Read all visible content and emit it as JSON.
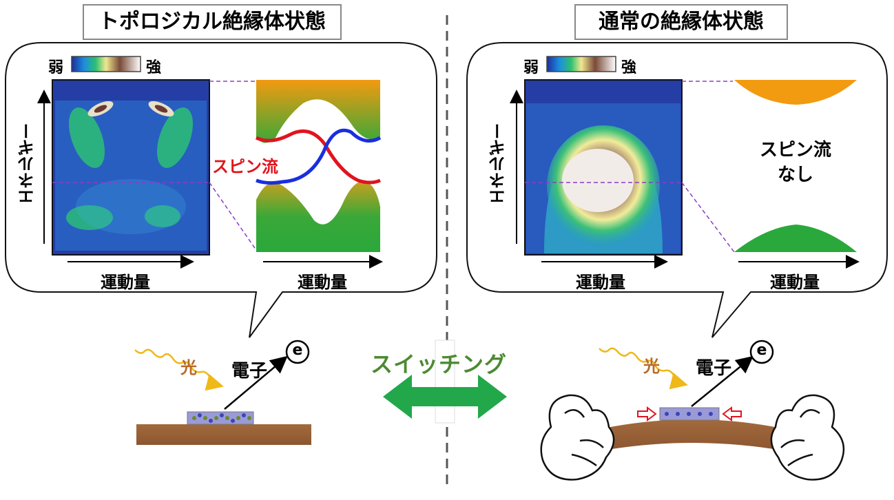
{
  "left_panel": {
    "title": "トポロジカル絶縁体状態",
    "legend_weak": "弱",
    "legend_strong": "強",
    "y_axis": "エネルギー",
    "x_axis_map": "運動量",
    "x_axis_band": "運動量",
    "band_annotation": "スピン流"
  },
  "right_panel": {
    "title": "通常の絶縁体状態",
    "legend_weak": "弱",
    "legend_strong": "強",
    "y_axis": "エネルギー",
    "x_axis_map": "運動量",
    "x_axis_band": "運動量",
    "band_annotation_line1": "スピン流",
    "band_annotation_line2": "なし"
  },
  "bottom": {
    "left_light": "光",
    "left_electron": "電子",
    "left_electron_symbol": "e",
    "switching": "スイッチング",
    "right_light": "光",
    "right_electron": "電子",
    "right_electron_symbol": "e"
  },
  "colors": {
    "spin_up": "#e0141e",
    "spin_down": "#1a2ee0",
    "conduction_band": "#f29a10",
    "valence_band": "#2aa83c",
    "substrate": "#9a6238",
    "switch_arrow": "#22a84a",
    "switch_text": "#4c8a32",
    "light_wave": "#f0b818",
    "divider": "#555555"
  },
  "icons": [
    "wavy-light-arrow",
    "electron-circle",
    "double-arrow",
    "cartoon-glove-hand",
    "crystal-sample",
    "expand-arrow"
  ]
}
